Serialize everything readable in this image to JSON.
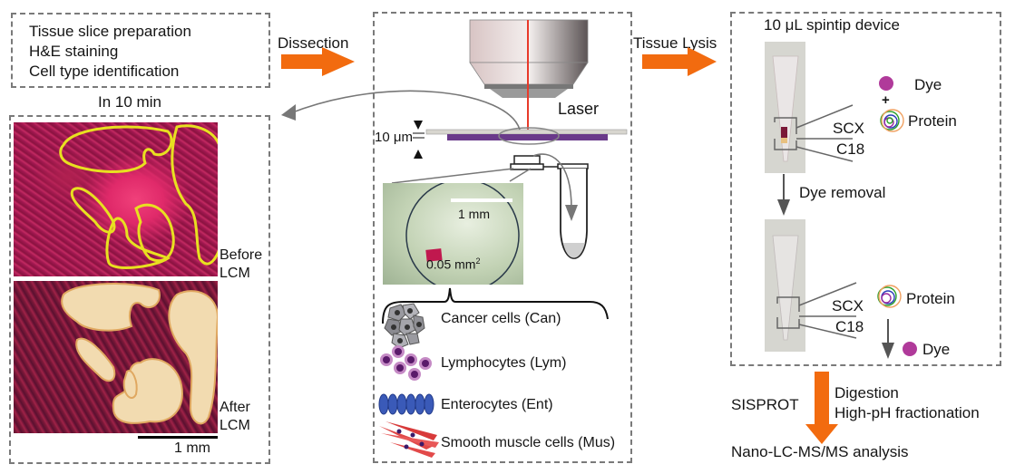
{
  "step1": {
    "lines": [
      "Tissue slice preparation",
      "H&E staining",
      "Cell type identification"
    ],
    "time_label": "In 10 min"
  },
  "arrows": {
    "dissection": "Dissection",
    "tissue_lysis": "Tissue Lysis",
    "sisprot": "SISPROT",
    "accent_color": "#f26b0f"
  },
  "micrographs": {
    "before_label": [
      "Before",
      "LCM"
    ],
    "after_label": [
      "After",
      "LCM"
    ],
    "scale_bar": "1 mm"
  },
  "lcm": {
    "laser_label": "Laser",
    "thickness_label": "10 μm",
    "cap_scale_bar": "1 mm",
    "area_label": "0.05 mm",
    "area_superscript": "2",
    "cell_types": [
      {
        "label": "Cancer cells (Can)",
        "icon": "cancer-cells-icon"
      },
      {
        "label": "Lymphocytes (Lym)",
        "icon": "lymphocytes-icon"
      },
      {
        "label": "Enterocytes (Ent)",
        "icon": "enterocytes-icon"
      },
      {
        "label": "Smooth muscle cells (Mus)",
        "icon": "smooth-muscle-cells-icon"
      }
    ]
  },
  "spintip": {
    "title": "10 μL spintip device",
    "dye": "Dye",
    "plus": "+",
    "protein": "Protein",
    "scx": "SCX",
    "c18": "C18",
    "dye_removal": "Dye removal",
    "protein2": "Protein",
    "dye2": "Dye"
  },
  "final": {
    "steps": [
      "Digestion",
      "High-pH fractionation"
    ],
    "analysis": "Nano-LC-MS/MS analysis"
  }
}
